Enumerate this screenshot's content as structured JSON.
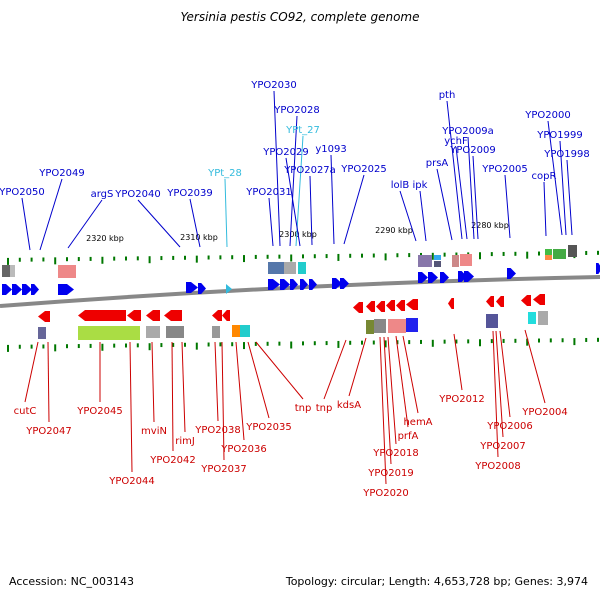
{
  "title": "Yersinia pestis CO92, complete genome",
  "accession": "Accession: NC_003143",
  "summary": "Topology: circular; Length: 4,653,728 bp; Genes: 3,974",
  "colors": {
    "top_label": "#0000cc",
    "top_label_rna": "#33bbdd",
    "bottom_label": "#cc0000",
    "forward_gene": "#0000ee",
    "reverse_gene": "#ee0000",
    "tick": "#007700",
    "backbone": "#888888"
  },
  "scale_labels": [
    "2320 kbp",
    "2310 kbp",
    "2300 kbp",
    "2290 kbp",
    "2280 kbp"
  ],
  "top_labels": [
    {
      "text": "YPO2050",
      "kind": "gene"
    },
    {
      "text": "YPO2049",
      "kind": "gene"
    },
    {
      "text": "argS",
      "kind": "gene"
    },
    {
      "text": "YPO2040",
      "kind": "gene"
    },
    {
      "text": "YPO2039",
      "kind": "gene"
    },
    {
      "text": "YPt_28",
      "kind": "rna"
    },
    {
      "text": "YPO2031",
      "kind": "gene"
    },
    {
      "text": "YPO2030",
      "kind": "gene"
    },
    {
      "text": "YPO2028",
      "kind": "gene"
    },
    {
      "text": "YPt_27",
      "kind": "rna"
    },
    {
      "text": "YPO2029",
      "kind": "gene"
    },
    {
      "text": "YPO2027a",
      "kind": "gene"
    },
    {
      "text": "y1093",
      "kind": "gene"
    },
    {
      "text": "YPO2025",
      "kind": "gene"
    },
    {
      "text": "lolB",
      "kind": "gene"
    },
    {
      "text": "ipk",
      "kind": "gene"
    },
    {
      "text": "prsA",
      "kind": "gene"
    },
    {
      "text": "pth",
      "kind": "gene"
    },
    {
      "text": "ychF",
      "kind": "gene"
    },
    {
      "text": "YPO2009a",
      "kind": "gene"
    },
    {
      "text": "YPO2009",
      "kind": "gene"
    },
    {
      "text": "YPO2005",
      "kind": "gene"
    },
    {
      "text": "copR",
      "kind": "gene"
    },
    {
      "text": "YPO2000",
      "kind": "gene"
    },
    {
      "text": "YPO1999",
      "kind": "gene"
    },
    {
      "text": "YPO1998",
      "kind": "gene"
    }
  ],
  "bottom_labels": [
    {
      "text": "cutC"
    },
    {
      "text": "YPO2047"
    },
    {
      "text": "YPO2045"
    },
    {
      "text": "YPO2044"
    },
    {
      "text": "mviN"
    },
    {
      "text": "YPO2042"
    },
    {
      "text": "rimJ"
    },
    {
      "text": "YPO2038"
    },
    {
      "text": "YPO2037"
    },
    {
      "text": "YPO2036"
    },
    {
      "text": "YPO2035"
    },
    {
      "text": "tnp"
    },
    {
      "text": "tnp"
    },
    {
      "text": "kdsA"
    },
    {
      "text": "YPO2020"
    },
    {
      "text": "YPO2019"
    },
    {
      "text": "YPO2018"
    },
    {
      "text": "prfA"
    },
    {
      "text": "hemA"
    },
    {
      "text": "YPO2012"
    },
    {
      "text": "YPO2008"
    },
    {
      "text": "YPO2007"
    },
    {
      "text": "YPO2006"
    },
    {
      "text": "YPO2004"
    }
  ]
}
